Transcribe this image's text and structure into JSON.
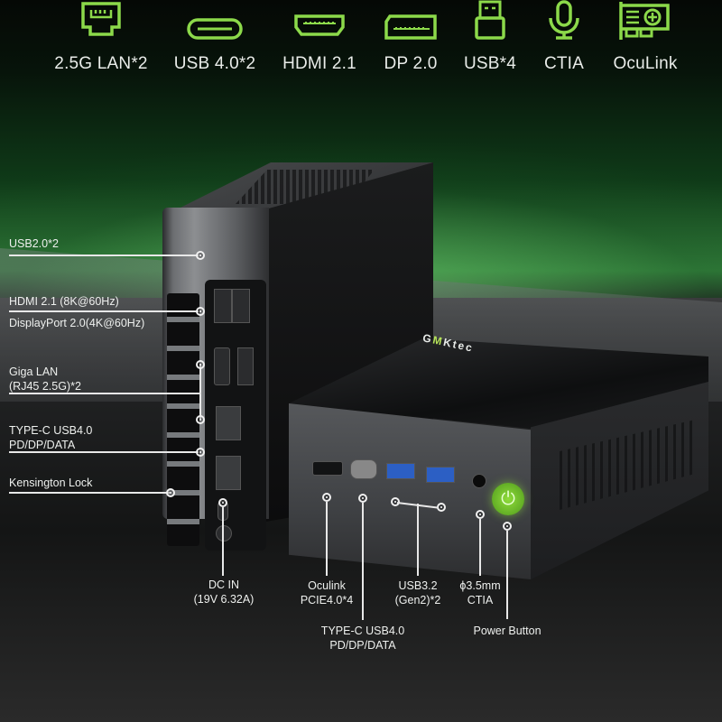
{
  "accent_color": "#8cd94a",
  "features": [
    {
      "icon": "ethernet-icon",
      "label": "2.5G LAN*2"
    },
    {
      "icon": "usb-c-icon",
      "label": "USB 4.0*2"
    },
    {
      "icon": "hdmi-icon",
      "label": "HDMI 2.1"
    },
    {
      "icon": "displayport-icon",
      "label": "DP 2.0"
    },
    {
      "icon": "usb-a-icon",
      "label": "USB*4"
    },
    {
      "icon": "microphone-icon",
      "label": "CTIA"
    },
    {
      "icon": "expansion-card-icon",
      "label": "OcuLink"
    }
  ],
  "brand_logo": {
    "prefix": "G",
    "highlight": "M",
    "suffix": "Ktec"
  },
  "rear_ports": [
    {
      "label": "USB2.0*2"
    },
    {
      "label_line1": "HDMI 2.1 (8K@60Hz)",
      "label_line2": "DisplayPort 2.0(4K@60Hz)"
    },
    {
      "label_line1": "Giga LAN",
      "label_line2": "(RJ45 2.5G)*2"
    },
    {
      "label_line1": "TYPE-C USB4.0",
      "label_line2": "PD/DP/DATA"
    },
    {
      "label": "Kensington Lock"
    },
    {
      "label_line1": "DC IN",
      "label_line2": "(19V 6.32A)"
    }
  ],
  "front_ports": [
    {
      "label_line1": "Oculink",
      "label_line2": "PCIE4.0*4"
    },
    {
      "label_line1": "TYPE-C USB4.0",
      "label_line2": "PD/DP/DATA"
    },
    {
      "label_line1": "USB3.2",
      "label_line2": "(Gen2)*2"
    },
    {
      "label_line1": "ϕ3.5mm",
      "label_line2": "CTIA"
    },
    {
      "label": "Power Button"
    }
  ]
}
